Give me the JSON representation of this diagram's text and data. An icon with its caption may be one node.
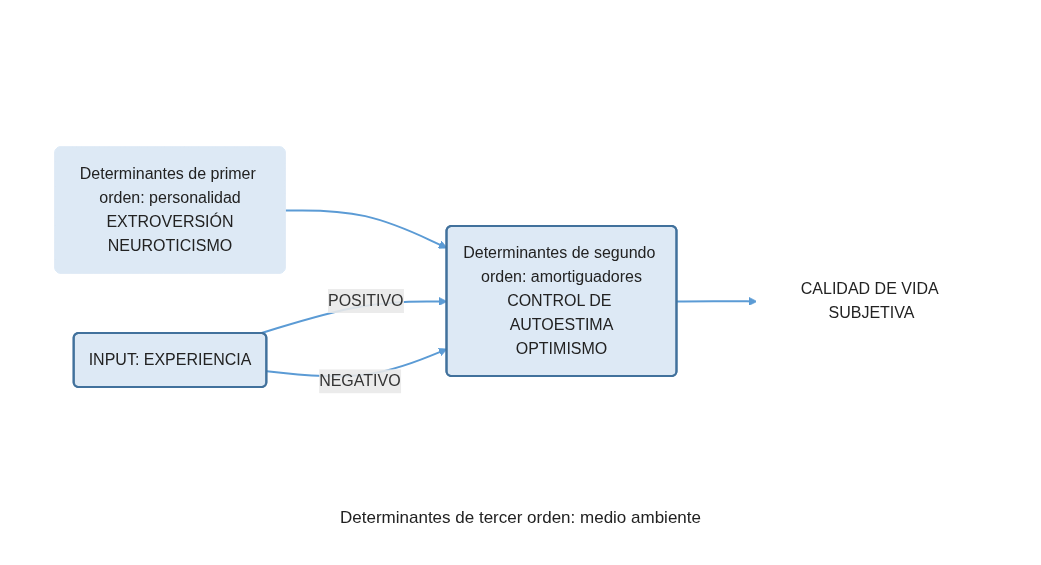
{
  "diagram": {
    "nodes": [
      {
        "text": [
          "Determinantes de primer orden: personalidad",
          "EXTROVERSIÓN",
          "NEUROTICISMO"
        ]
      },
      {
        "text": [
          "Determinantes de segundo orden: amortiguadores",
          "CONTROL DE AUTOESTIMA",
          "OPTIMISMO"
        ]
      },
      {
        "text": [
          "CALIDAD DE VIDA SUBJETIVA"
        ]
      },
      {
        "text": [
          "INPUT: EXPERIENCIA"
        ]
      }
    ],
    "edges": [
      {
        "from": 0,
        "to": 1,
        "arrow": "to"
      },
      {
        "from": 1,
        "to": 2,
        "arrow": "to"
      },
      {
        "from": 3,
        "to": 1,
        "arrow": "to",
        "label": "POSITIVO"
      },
      {
        "from": 3,
        "to": 1,
        "arrow": "to",
        "label": "NEGATIVO"
      }
    ],
    "labels": [
      "Determinantes de tercer orden: medio ambiente"
    ]
  }
}
